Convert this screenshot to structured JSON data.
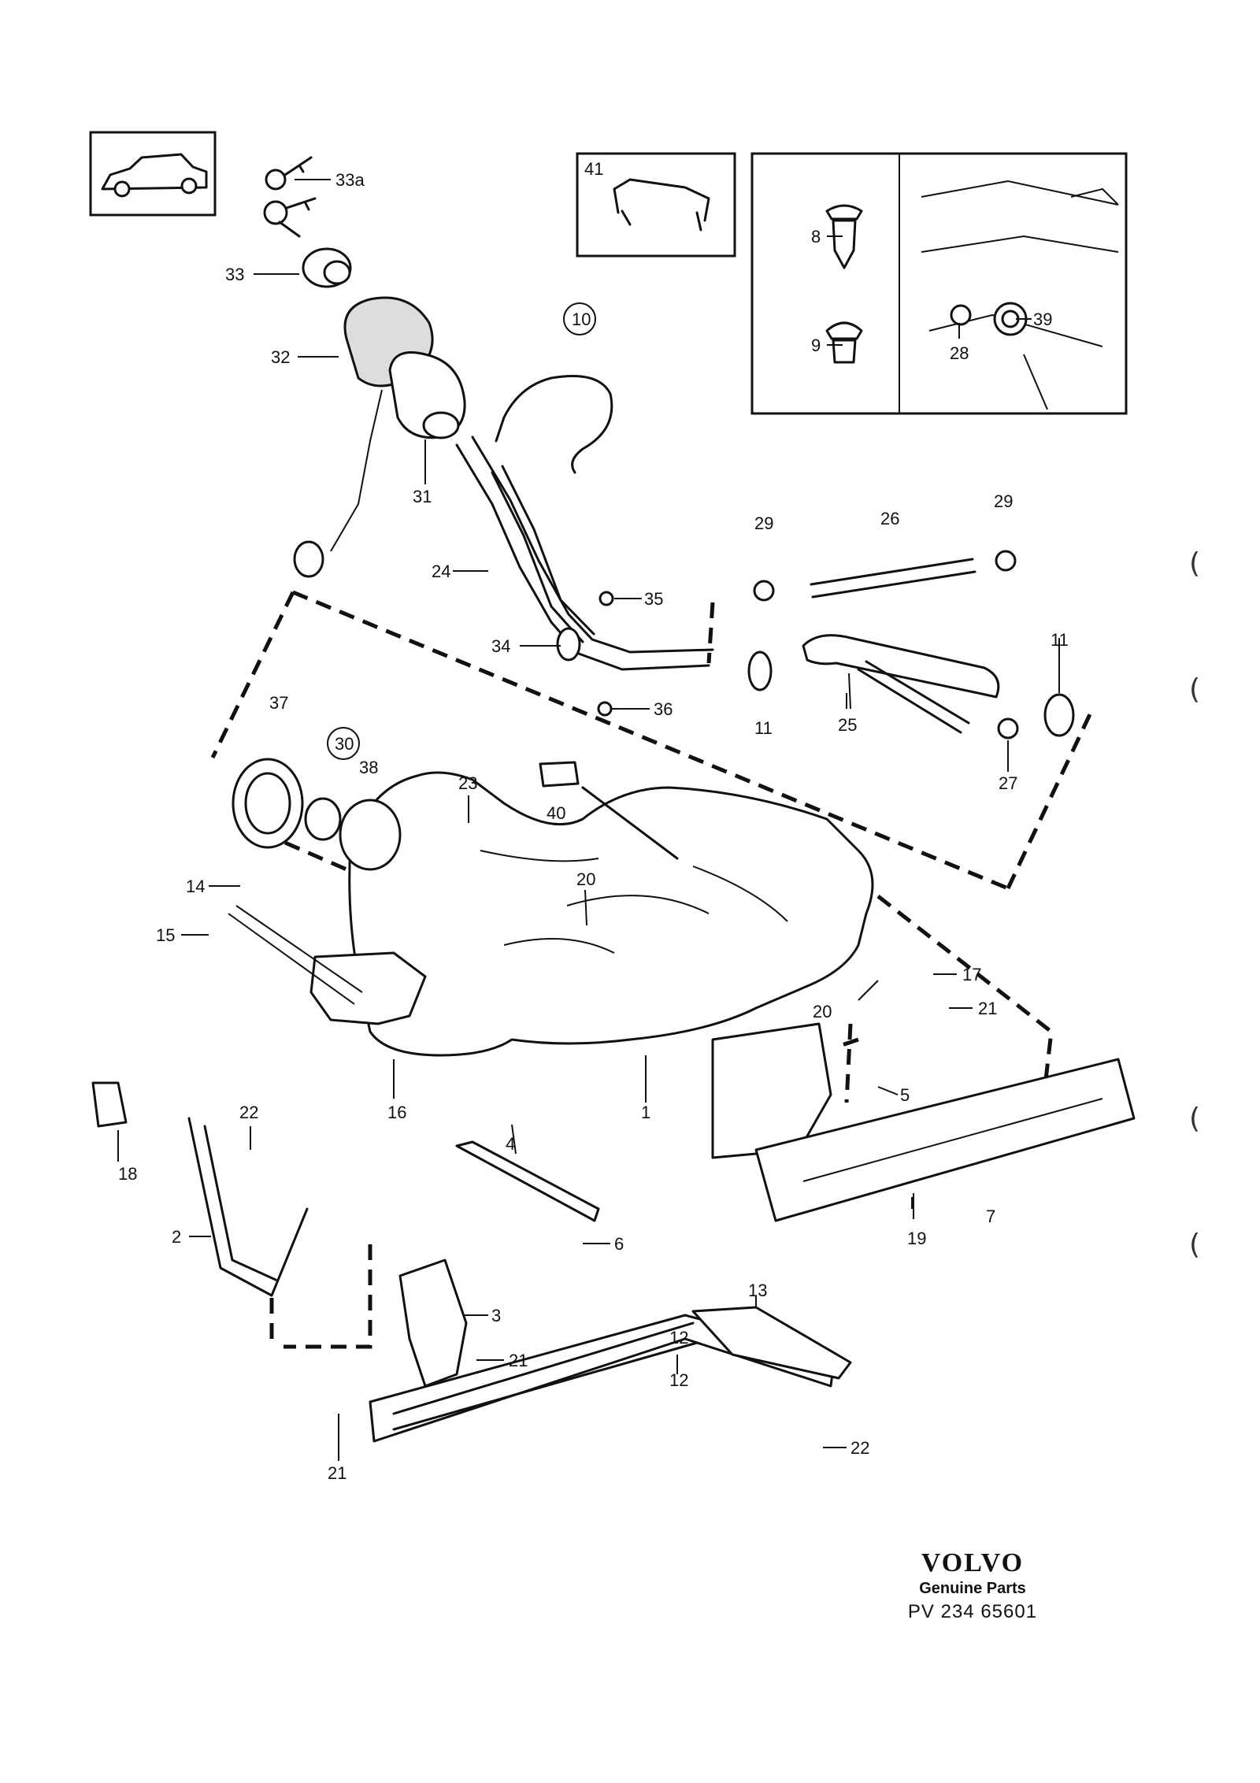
{
  "callouts": {
    "c1": "1",
    "c2": "2",
    "c3": "3",
    "c4": "4",
    "c5": "5",
    "c6": "6",
    "c7": "7",
    "c8": "8",
    "c9": "9",
    "c10": "10",
    "c11a": "11",
    "c11b": "11",
    "c12a": "12",
    "c12b": "12",
    "c13": "13",
    "c14": "14",
    "c15": "15",
    "c16": "16",
    "c17": "17",
    "c18": "18",
    "c19": "19",
    "c20a": "20",
    "c20b": "20",
    "c21a": "21",
    "c21b": "21",
    "c21c": "21",
    "c22a": "22",
    "c22b": "22",
    "c23": "23",
    "c24": "24",
    "c25": "25",
    "c26": "26",
    "c27": "27",
    "c28": "28",
    "c29a": "29",
    "c29b": "29",
    "c30": "30",
    "c31": "31",
    "c32": "32",
    "c33": "33",
    "c33a": "33a",
    "c34": "34",
    "c35": "35",
    "c36": "36",
    "c37": "37",
    "c38": "38",
    "c39": "39",
    "c40": "40",
    "c41": "41"
  },
  "brand": {
    "logo": "VOLVO",
    "subtitle": "Genuine Parts",
    "code": "PV 234 65601"
  },
  "margin_marks": [
    "(",
    "(",
    "(",
    "("
  ]
}
